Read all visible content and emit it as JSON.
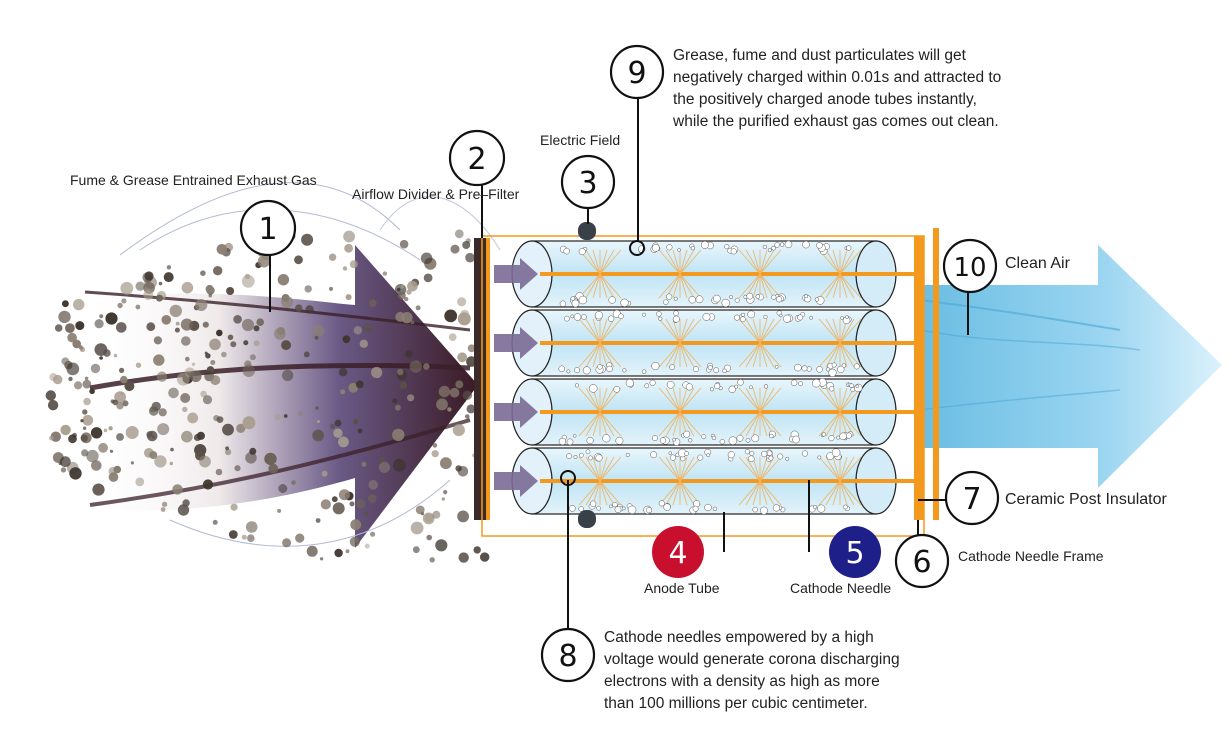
{
  "labels": {
    "fume_grease": "Fume & Grease Entrained Exhaust Gas",
    "airflow_divider": "Airflow Divider & Pre–Filter",
    "electric_field": "Electric Field",
    "clean_air": "Clean Air",
    "ceramic_post": "Ceramic Post Insulator",
    "cathode_frame": "Cathode Needle Frame",
    "anode_tube": "Anode Tube",
    "cathode_needle": "Cathode Needle"
  },
  "numbers": {
    "n1": "1",
    "n2": "2",
    "n3": "3",
    "n4": "4",
    "n5": "5",
    "n6": "6",
    "n7": "7",
    "n8": "8",
    "n9": "9",
    "n10": "10"
  },
  "descriptions": {
    "nine": [
      "Grease, fume and dust particulates will get",
      "negatively charged within 0.01s and attracted to",
      "the positively charged anode tubes instantly,",
      "while the purified exhaust gas comes out clean."
    ],
    "eight": [
      "Cathode needles empowered by a high",
      "voltage would generate corona discharging",
      "electrons with a density as high as more",
      "than 100 millions per cubic centimeter."
    ]
  },
  "colors": {
    "anode_badge": "#c8102e",
    "cathode_badge": "#1f1f8a",
    "frame_orange": "#f39a1e",
    "clean_air_blue": "#7fc8e8",
    "exhaust_dark": "#3a1a24"
  }
}
